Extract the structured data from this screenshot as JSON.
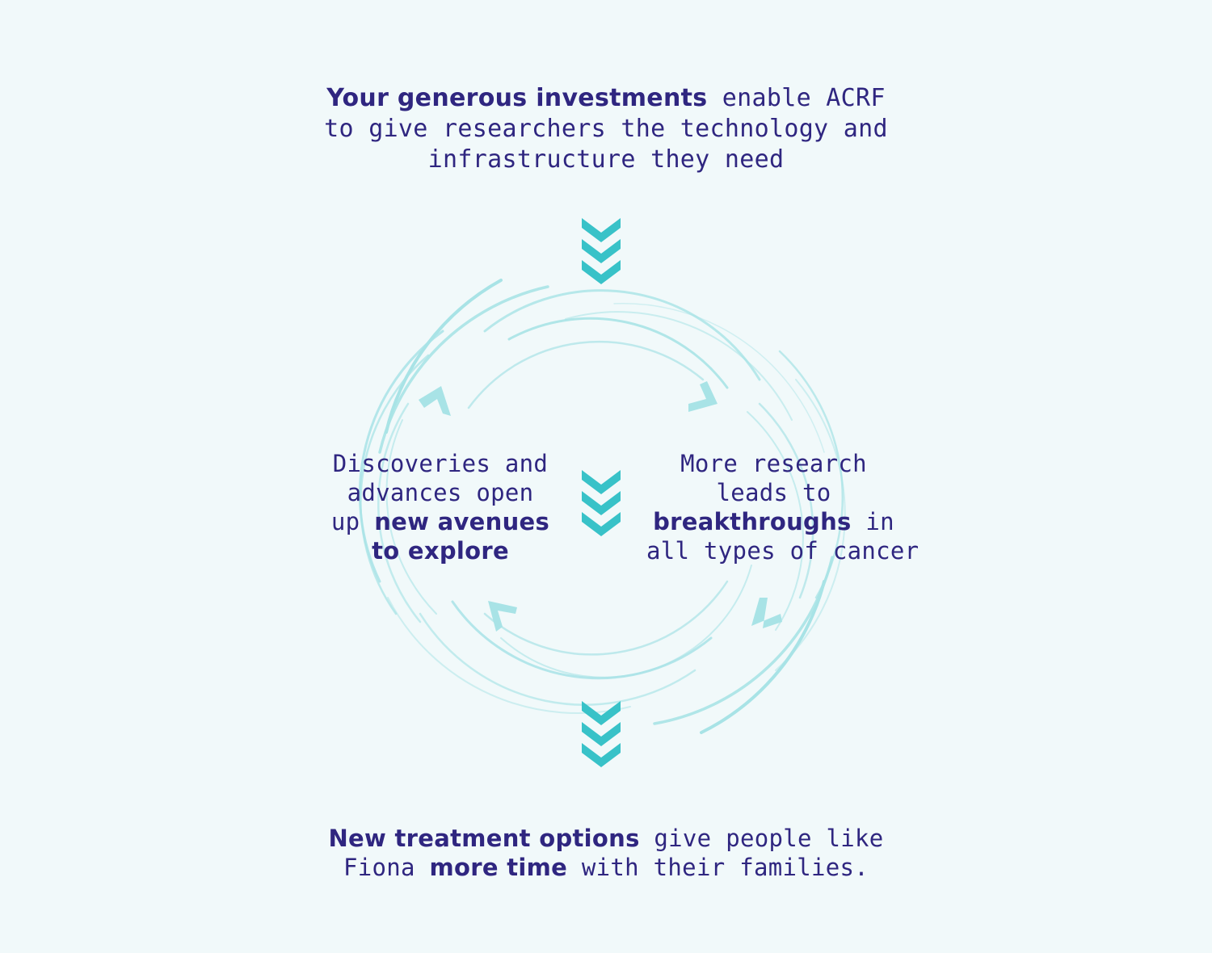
{
  "colors": {
    "background": "#f1f9fa",
    "text": "#2f2680",
    "chevron": "#38c2c8",
    "ring": "#a8e3e6"
  },
  "top_text": {
    "bold": "Your generous investments",
    "line1_rest": " enable ACRF",
    "line2": "to give researchers the technology and",
    "line3": "infrastructure they need"
  },
  "left_text": {
    "line1": "Discoveries and",
    "line2": "advances open",
    "line3_plain": "up ",
    "line3_bold": "new avenues",
    "line4_bold": "to explore"
  },
  "right_text": {
    "line1": "More research",
    "line2": "leads to",
    "line3_bold": "breakthroughs",
    "line3_plain": " in",
    "line4": "all types of cancer"
  },
  "bottom_text": {
    "bold1": "New treatment options",
    "line1_rest": " give people like",
    "line2_plain1": "Fiona ",
    "bold2": "more time",
    "line2_rest": " with their families."
  },
  "icons": {
    "top_chevron": "triple-chevron-down-icon",
    "center_chevron": "triple-chevron-down-icon",
    "bottom_chevron": "triple-chevron-down-icon",
    "cycle": "circular-arrows-icon"
  }
}
